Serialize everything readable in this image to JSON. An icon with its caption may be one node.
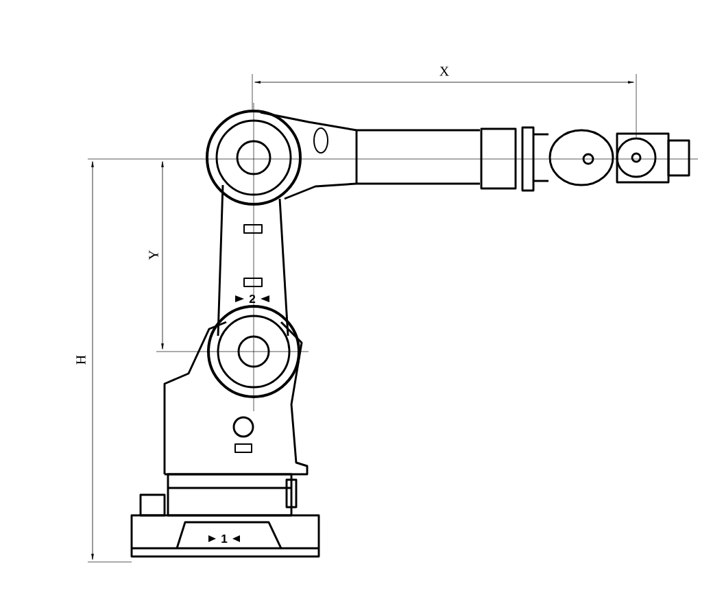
{
  "diagram": {
    "labels": [
      "X",
      "Y",
      "H",
      "2",
      "1"
    ]
  }
}
